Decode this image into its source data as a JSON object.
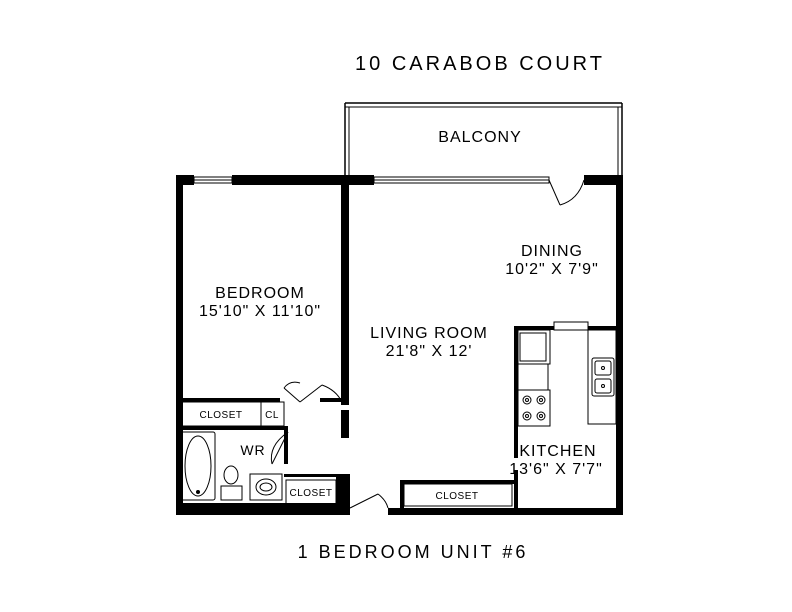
{
  "title": "10 CARABOB COURT",
  "subtitle": "1 BEDROOM UNIT #6",
  "rooms": {
    "balcony": {
      "name": "BALCONY"
    },
    "dining": {
      "name": "DINING",
      "size": "10'2\" X 7'9\""
    },
    "bedroom": {
      "name": "BEDROOM",
      "size": "15'10\" X 11'10\""
    },
    "living": {
      "name": "LIVING ROOM",
      "size": "21'8\" X 12'"
    },
    "kitchen": {
      "name": "KITCHEN",
      "size": "13'6\" X 7'7\""
    },
    "washroom": {
      "name": "WR"
    }
  },
  "closets": {
    "bedroom_closet": "CLOSET",
    "linen_closet": "CL",
    "wr_closet": "CLOSET",
    "hall_closet": "CLOSET"
  }
}
